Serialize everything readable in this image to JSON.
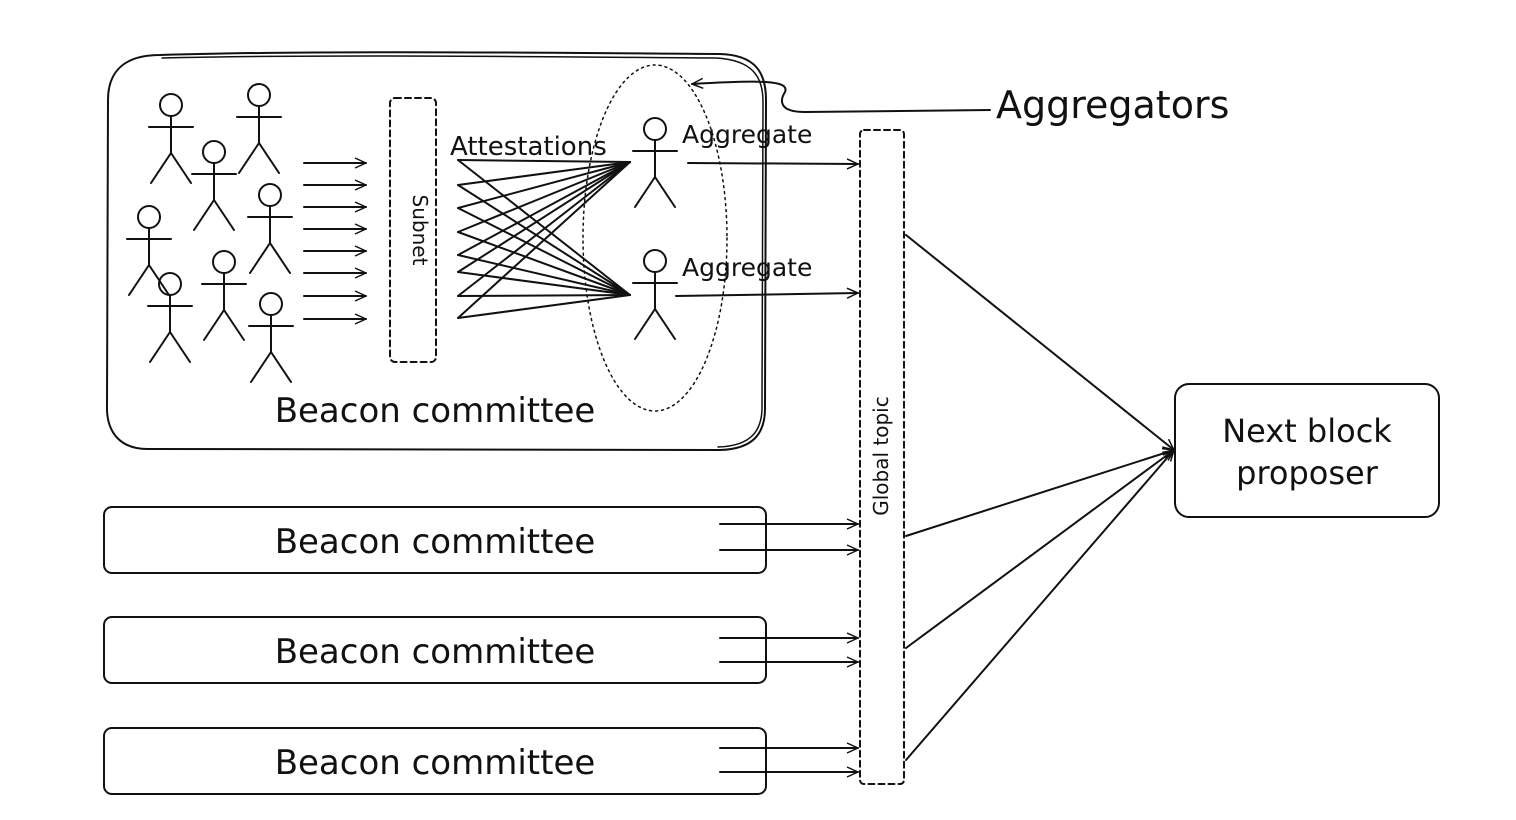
{
  "diagram": {
    "aggregators_label": "Aggregators",
    "attestations_label": "Attestations",
    "aggregate_labels": [
      "Aggregate",
      "Aggregate"
    ],
    "subnet_label": "Subnet",
    "global_topic_label": "Global topic",
    "main_committee_label": "Beacon committee",
    "other_committee_labels": [
      "Beacon committee",
      "Beacon committee",
      "Beacon committee"
    ],
    "proposer_label_line1": "Next block",
    "proposer_label_line2": "proposer"
  }
}
